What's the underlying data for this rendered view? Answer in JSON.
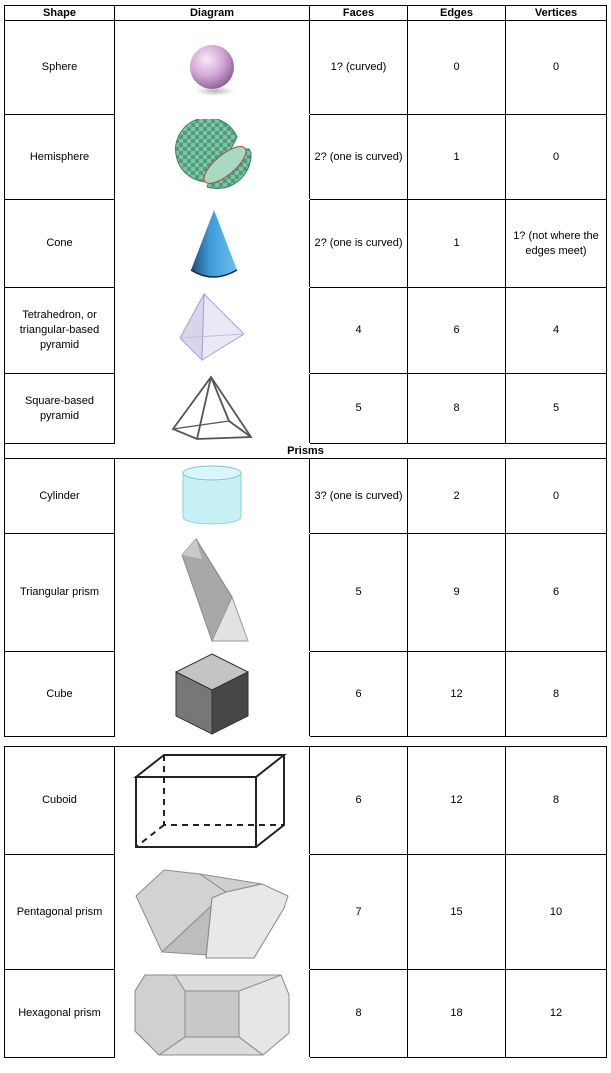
{
  "headers": {
    "shape": "Shape",
    "diagram": "Diagram",
    "faces": "Faces",
    "edges": "Edges",
    "vertices": "Vertices"
  },
  "section_prisms": "Prisms",
  "rows": [
    {
      "shape": "Sphere",
      "diagram_icon": "sphere-diagram-icon",
      "faces": "1? (curved)",
      "edges": "0",
      "vertices": "0"
    },
    {
      "shape": "Hemisphere",
      "diagram_icon": "hemisphere-diagram-icon",
      "faces": "2? (one is curved)",
      "edges": "1",
      "vertices": "0"
    },
    {
      "shape": "Cone",
      "diagram_icon": "cone-diagram-icon",
      "faces": "2? (one is curved)",
      "edges": "1",
      "vertices": "1? (not where the edges meet)"
    },
    {
      "shape": "Tetrahedron, or triangular-based pyramid",
      "diagram_icon": "tetrahedron-diagram-icon",
      "faces": "4",
      "edges": "6",
      "vertices": "4"
    },
    {
      "shape": "Square-based pyramid",
      "diagram_icon": "square-pyramid-diagram-icon",
      "faces": "5",
      "edges": "8",
      "vertices": "5"
    },
    {
      "shape": "Cylinder",
      "diagram_icon": "cylinder-diagram-icon",
      "faces": "3? (one is curved)",
      "edges": "2",
      "vertices": "0"
    },
    {
      "shape": "Triangular prism",
      "diagram_icon": "triangular-prism-diagram-icon",
      "faces": "5",
      "edges": "9",
      "vertices": "6"
    },
    {
      "shape": "Cube",
      "diagram_icon": "cube-diagram-icon",
      "faces": "6",
      "edges": "12",
      "vertices": "8"
    },
    {
      "shape": "Cuboid",
      "diagram_icon": "cuboid-diagram-icon",
      "faces": "6",
      "edges": "12",
      "vertices": "8"
    },
    {
      "shape": "Pentagonal prism",
      "diagram_icon": "pentagonal-prism-diagram-icon",
      "faces": "7",
      "edges": "15",
      "vertices": "10"
    },
    {
      "shape": "Hexagonal prism",
      "diagram_icon": "hexagonal-prism-diagram-icon",
      "faces": "8",
      "edges": "18",
      "vertices": "12"
    }
  ]
}
